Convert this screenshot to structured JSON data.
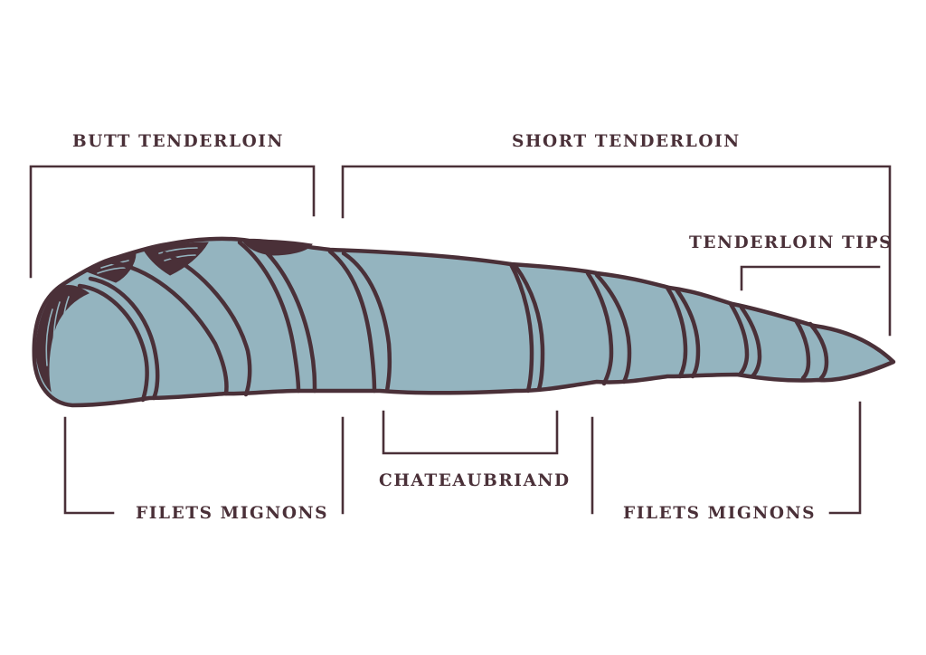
{
  "labels": {
    "butt_tenderloin": "BUTT TENDERLOIN",
    "short_tenderloin": "SHORT TENDERLOIN",
    "tenderloin_tips": "TENDERLOIN TIPS",
    "chateaubriand": "CHATEAUBRIAND",
    "filets_mignons_left": "FILETS MIGNONS",
    "filets_mignons_right": "FILETS MIGNONS"
  },
  "colors": {
    "outline": "#4a3038",
    "meat": "#94b4bf",
    "background": "#ffffff"
  }
}
